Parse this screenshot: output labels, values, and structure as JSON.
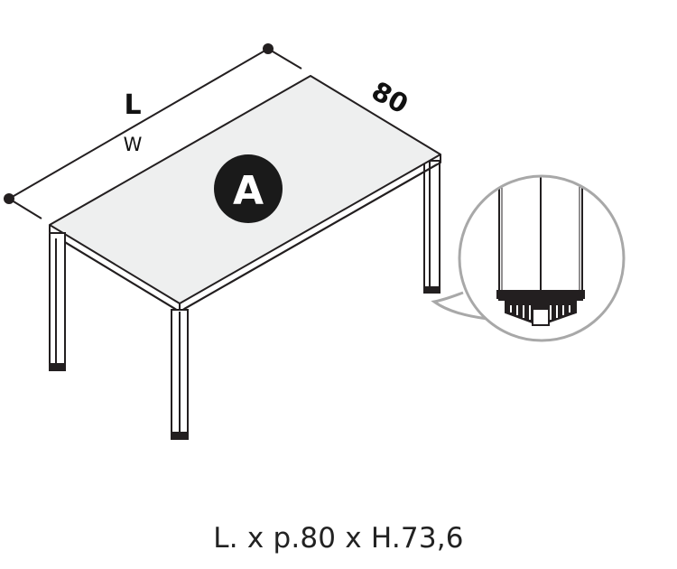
{
  "dimensions": {
    "length_label": "L",
    "width_label": "W",
    "depth_label": "80"
  },
  "badge": {
    "letter": "A"
  },
  "caption": "L. x p.80 x H.73,6",
  "colors": {
    "outline": "#231f20",
    "tabletop_fill": "#eeefef",
    "badge_fill": "#1a1a1a",
    "detail_circle": "#a8a8a8"
  }
}
